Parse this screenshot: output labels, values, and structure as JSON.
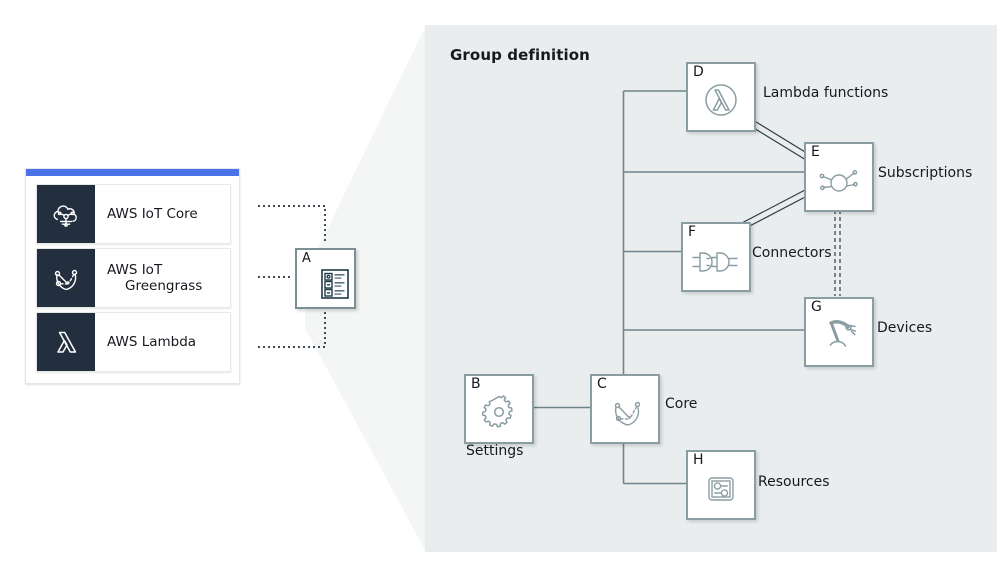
{
  "panel": {
    "title": "Group definition",
    "bg_color": "#e9edee"
  },
  "service_card": {
    "accent_color": "#4b72e8",
    "icon_bg_color": "#232f3e",
    "items": [
      {
        "label": "AWS IoT Core",
        "icon": "iot-core-cloud-icon"
      },
      {
        "label": "AWS IoT\nGreengrass",
        "label_line1": "AWS IoT",
        "label_line2": "Greengrass",
        "icon": "greengrass-icon"
      },
      {
        "label": "AWS Lambda",
        "icon": "lambda-icon"
      }
    ]
  },
  "group_node": {
    "key": "A",
    "icon": "group-definition-list-icon"
  },
  "diagram": {
    "node_border_color": "#8a9da2",
    "wire_color": "#6f8389",
    "nodes": [
      {
        "key": "D",
        "caption": "Lambda functions",
        "icon": "lambda-circle-icon"
      },
      {
        "key": "E",
        "caption": "Subscriptions",
        "icon": "subscriptions-hub-icon"
      },
      {
        "key": "F",
        "caption": "Connectors",
        "icon": "connector-plug-icon"
      },
      {
        "key": "G",
        "caption": "Devices",
        "icon": "robot-arm-icon"
      },
      {
        "key": "B",
        "caption": "Settings",
        "icon": "gear-icon"
      },
      {
        "key": "C",
        "caption": "Core",
        "icon": "greengrass-core-icon"
      },
      {
        "key": "H",
        "caption": "Resources",
        "icon": "resources-sliders-icon"
      }
    ]
  }
}
